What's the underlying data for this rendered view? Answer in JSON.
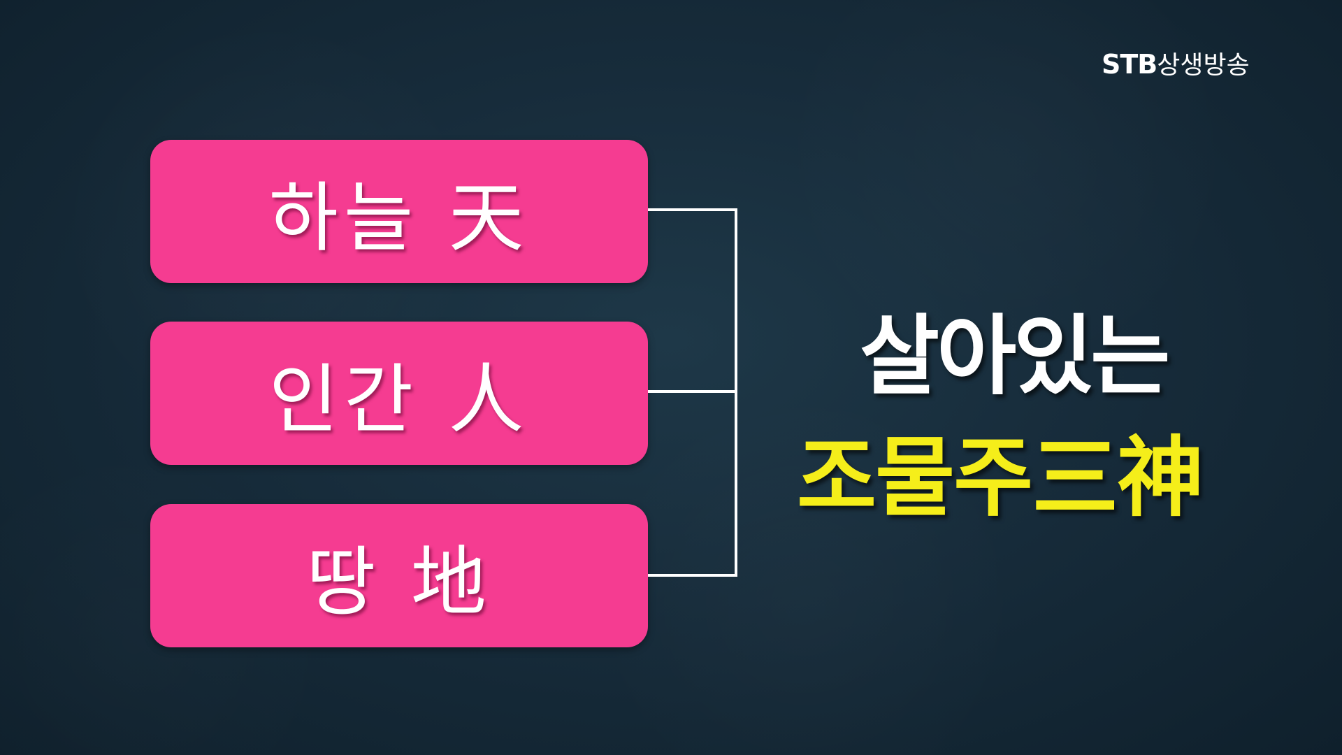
{
  "logo": {
    "brand": "STB",
    "name": "상생방송"
  },
  "boxes": [
    {
      "label": "하늘 天"
    },
    {
      "label": "인간 人"
    },
    {
      "label": "땅 地"
    }
  ],
  "headline": "살아있는",
  "subhead": "조물주三神",
  "colors": {
    "background": "#172c3b",
    "box": "#f53c91",
    "headline": "#ffffff",
    "subhead": "#f5ee1a",
    "connector": "#ffffff"
  }
}
